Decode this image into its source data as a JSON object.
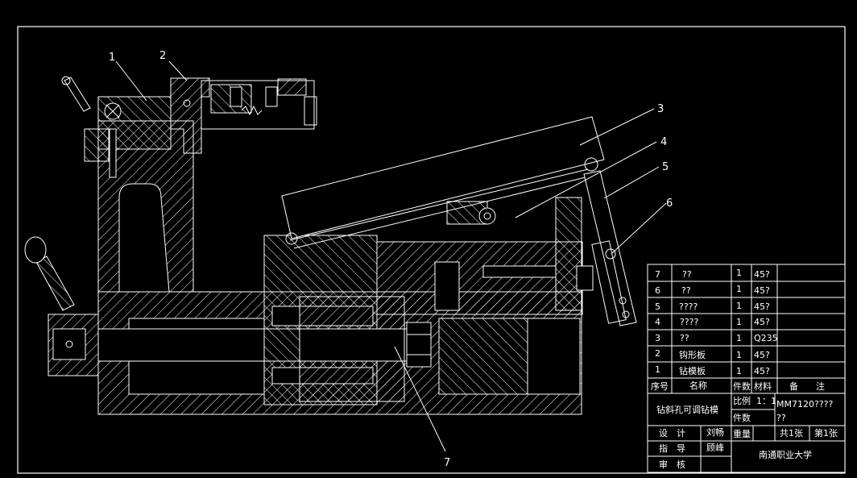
{
  "callouts": [
    "1",
    "2",
    "3",
    "4",
    "5",
    "6",
    "7"
  ],
  "parts_list": [
    {
      "no": "7",
      "name": "??",
      "qty": "1",
      "material": "45?"
    },
    {
      "no": "6",
      "name": "??",
      "qty": "1",
      "material": "45?"
    },
    {
      "no": "5",
      "name": "????",
      "qty": "1",
      "material": "45?"
    },
    {
      "no": "4",
      "name": "????",
      "qty": "1",
      "material": "45?"
    },
    {
      "no": "3",
      "name": "??",
      "qty": "1",
      "material": "Q235"
    },
    {
      "no": "2",
      "name": "钩形板",
      "qty": "1",
      "material": "45?"
    },
    {
      "no": "1",
      "name": "钻模板",
      "qty": "1",
      "material": "45?"
    }
  ],
  "header": {
    "no": "序号",
    "name": "名称",
    "qty": "件数",
    "material": "材料",
    "remark": "备　　注"
  },
  "title_block": {
    "drawing_title": "钻斜孔可调钻模",
    "scale_label": "比例",
    "scale_value": "1：1",
    "qty_label": "件数",
    "drawing_code_line1": "MM7120????",
    "drawing_code_line2": "??",
    "design_label": "设　计",
    "designer": "刘畅",
    "weight_label": "重量",
    "sheets_total": "共1张",
    "sheet_no": "第1张",
    "guide_label": "指　导",
    "guide_name": "顾峰",
    "review_label": "审　核",
    "school": "南通职业大学"
  },
  "colors": {
    "background": "#000000",
    "lines": "#ffffff"
  }
}
